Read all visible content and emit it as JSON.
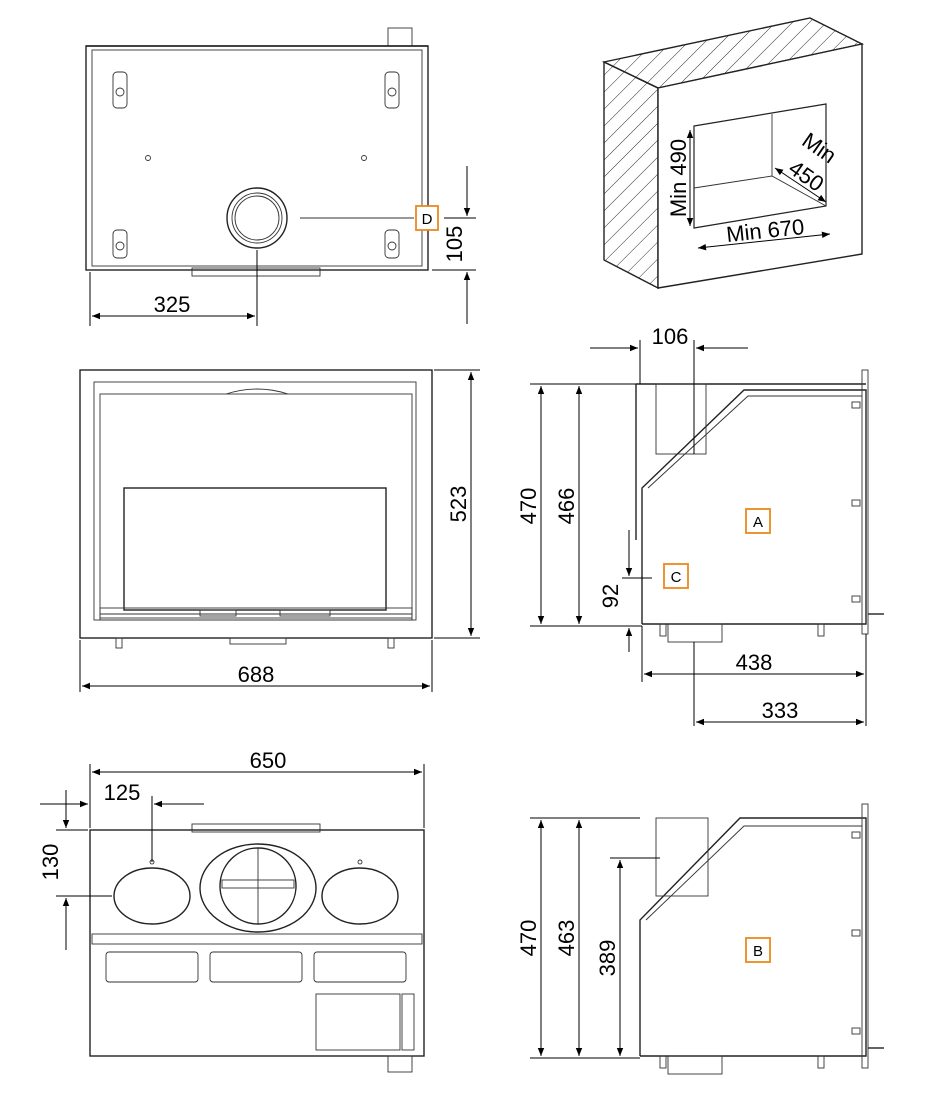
{
  "top_view": {
    "dim_width_offset": "325",
    "dim_depth_offset": "105",
    "marker": "D"
  },
  "niche_view": {
    "min_height": "Min 490",
    "min_depth_a": "Min",
    "min_depth_b": "450",
    "min_width": "Min 670"
  },
  "front_view": {
    "height": "523",
    "width": "688"
  },
  "side_view_a": {
    "top_offset": "106",
    "height_outer": "470",
    "height_inner": "466",
    "height_low": "92",
    "depth": "438",
    "depth_rear": "333",
    "marker_a": "A",
    "marker_c": "C"
  },
  "rear_view": {
    "width": "650",
    "offset_x": "125",
    "offset_y": "130"
  },
  "side_view_b": {
    "height_outer": "470",
    "height_inner": "463",
    "height_low": "389",
    "marker_b": "B"
  }
}
